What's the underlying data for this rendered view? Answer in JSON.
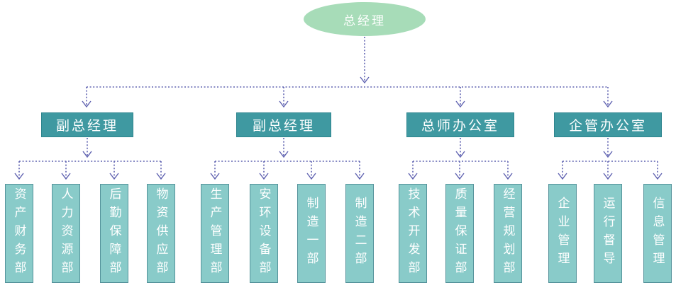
{
  "org_chart": {
    "root": {
      "label": "总经理"
    },
    "level2": [
      {
        "label": "副总经理"
      },
      {
        "label": "副总经理"
      },
      {
        "label": "总师办公室"
      },
      {
        "label": "企管办公室"
      }
    ],
    "departments": {
      "group1": [
        "资产财务部",
        "人力资源部",
        "后勤保障部",
        "物资供应部"
      ],
      "group2": [
        "生产管理部",
        "安环设备部",
        "制造一部",
        "制造二部"
      ],
      "group3": [
        "技术开发部",
        "质量保证部",
        "经营规划部"
      ],
      "group4": [
        "企业管理",
        "运行督导",
        "信息管理"
      ]
    }
  },
  "colors": {
    "ellipse_fill": "#a7dcb8",
    "box2_fill": "#3f99a1",
    "box2_border": "#2e858e",
    "box3_fill": "#89cbc9",
    "box3_border": "#55939b",
    "connector": "#5f62b0",
    "text_color": "#ffffff"
  }
}
